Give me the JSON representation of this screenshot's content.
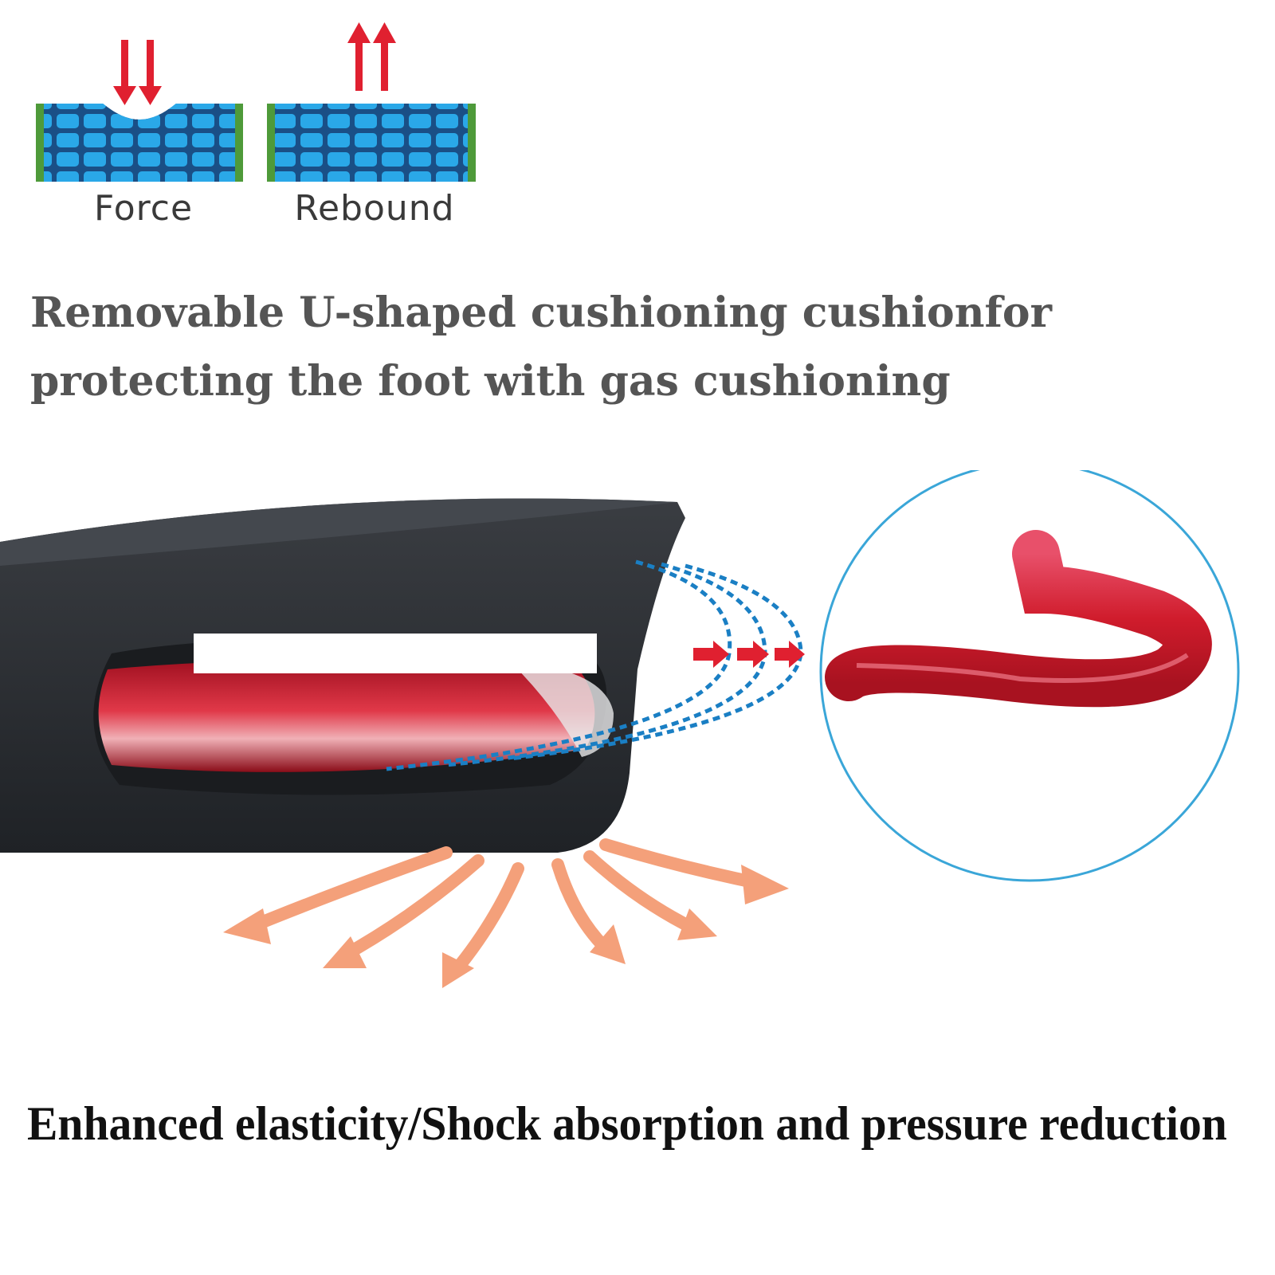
{
  "diagram": {
    "force_label": "Force",
    "rebound_label": "Rebound"
  },
  "headline": {
    "line1": "Removable U-shaped cushioning cushionfor",
    "line2": "protecting the foot with gas cushioning"
  },
  "footer": {
    "caption": "Enhanced elasticity/Shock absorption and pressure reduction"
  },
  "colors": {
    "cell_blue": "#2aa8e8",
    "cell_border": "#1a4f86",
    "edge_green": "#4e9a3a",
    "arrow_red": "#e02030",
    "dash_blue": "#1a7fc4",
    "heel_dark": "#2c2f33",
    "cushion_red": "#d01c2c",
    "impact_orange": "#f4a07a",
    "circle_blue": "#3aa6d8",
    "headline_gray": "#555555"
  },
  "icons": [
    "force-arrows-down-icon",
    "rebound-arrows-up-icon",
    "compression-arrows-icon",
    "impact-arrows-icon"
  ]
}
